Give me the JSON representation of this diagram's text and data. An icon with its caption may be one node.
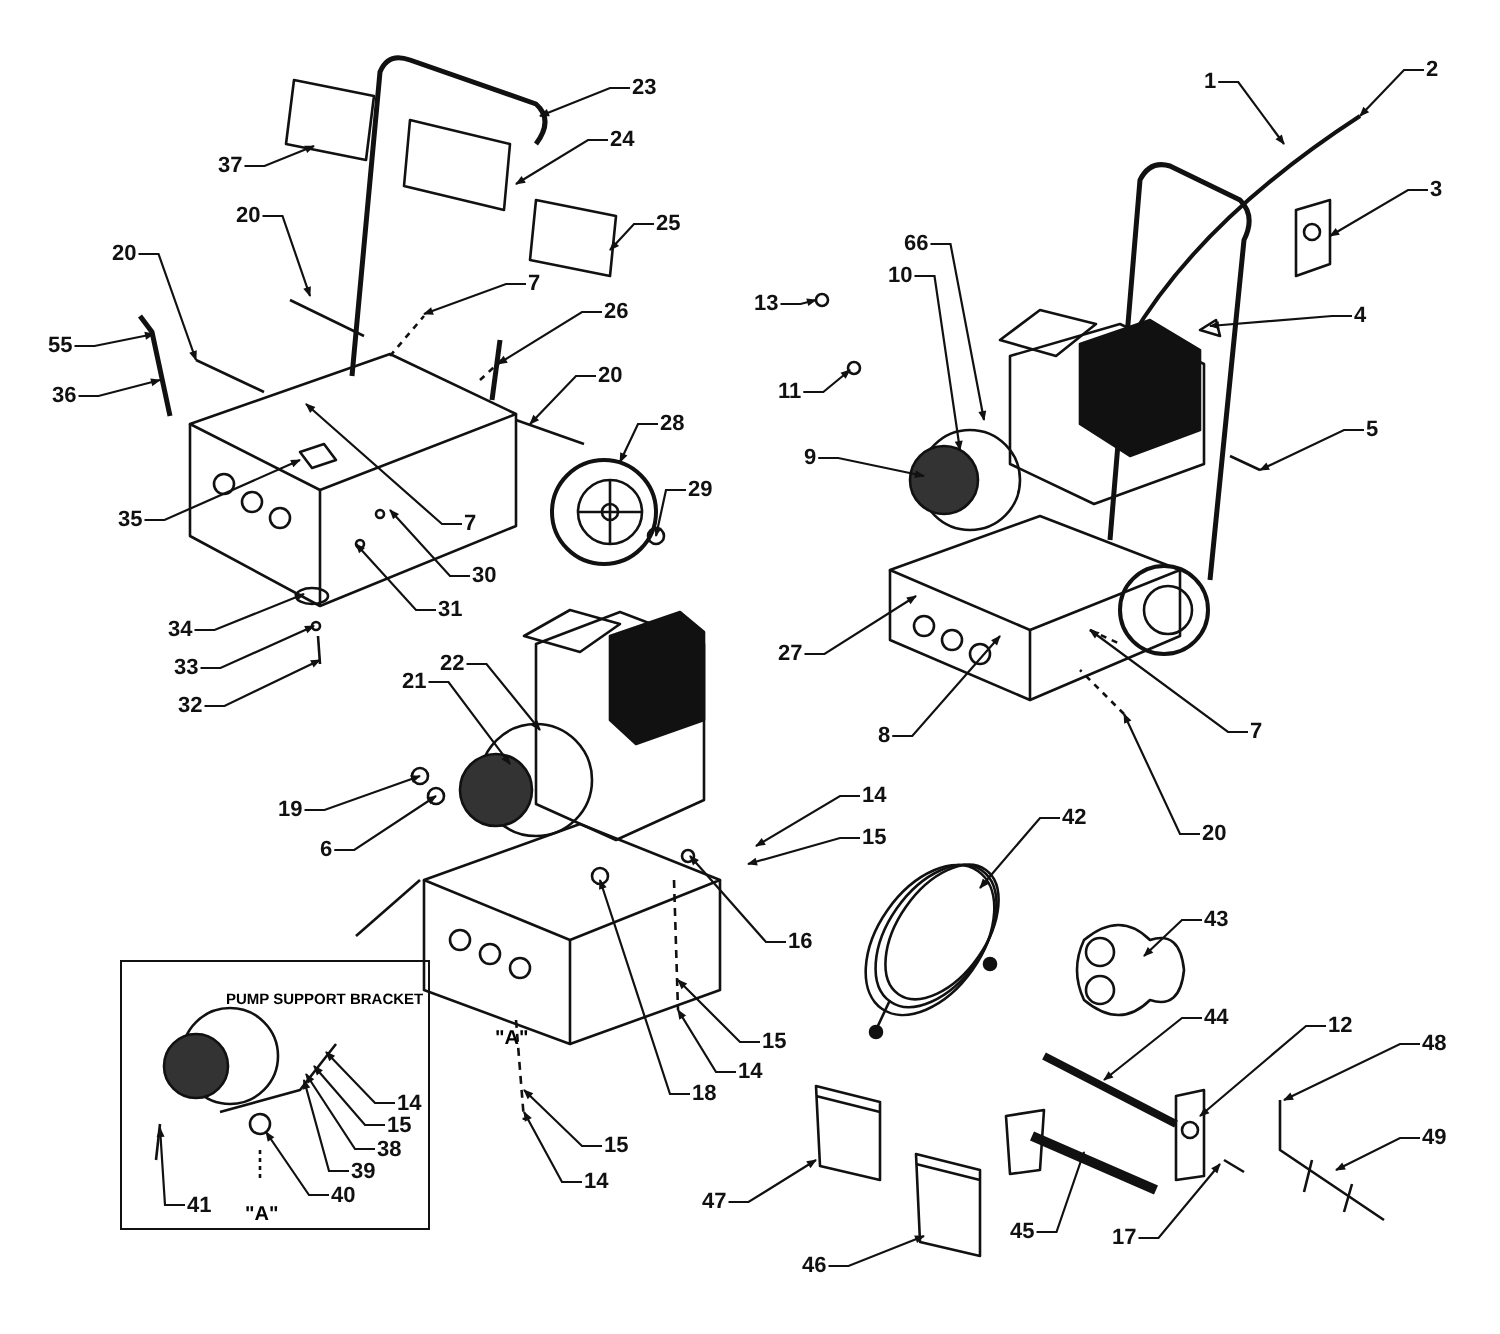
{
  "diagram": {
    "nodes": [
      {
        "text": [
          "23"
        ]
      },
      {
        "text": [
          "37"
        ]
      },
      {
        "text": [
          "24"
        ]
      },
      {
        "text": [
          "20"
        ]
      },
      {
        "text": [
          "25"
        ]
      },
      {
        "text": [
          "20"
        ]
      },
      {
        "text": [
          "7"
        ]
      },
      {
        "text": [
          "26"
        ]
      },
      {
        "text": [
          "55"
        ]
      },
      {
        "text": [
          "36"
        ]
      },
      {
        "text": [
          "20"
        ]
      },
      {
        "text": [
          "28"
        ]
      },
      {
        "text": [
          "29"
        ]
      },
      {
        "text": [
          "35"
        ]
      },
      {
        "text": [
          "7"
        ]
      },
      {
        "text": [
          "30"
        ]
      },
      {
        "text": [
          "31"
        ]
      },
      {
        "text": [
          "34"
        ]
      },
      {
        "text": [
          "33"
        ]
      },
      {
        "text": [
          "32"
        ]
      },
      {
        "text": [
          "1"
        ]
      },
      {
        "text": [
          "2"
        ]
      },
      {
        "text": [
          "3"
        ]
      },
      {
        "text": [
          "66"
        ]
      },
      {
        "text": [
          "13"
        ]
      },
      {
        "text": [
          "4"
        ]
      },
      {
        "text": [
          "10"
        ]
      },
      {
        "text": [
          "11"
        ]
      },
      {
        "text": [
          "9"
        ]
      },
      {
        "text": [
          "5"
        ]
      },
      {
        "text": [
          "27"
        ]
      },
      {
        "text": [
          "8"
        ]
      },
      {
        "text": [
          "7"
        ]
      },
      {
        "text": [
          "20"
        ]
      },
      {
        "text": [
          "22"
        ]
      },
      {
        "text": [
          "21"
        ]
      },
      {
        "text": [
          "19"
        ]
      },
      {
        "text": [
          "6"
        ]
      },
      {
        "text": [
          "14"
        ]
      },
      {
        "text": [
          "15"
        ]
      },
      {
        "text": [
          "16"
        ]
      },
      {
        "text": [
          "15"
        ]
      },
      {
        "text": [
          "14"
        ]
      },
      {
        "text": [
          "18"
        ]
      },
      {
        "text": [
          "15"
        ]
      },
      {
        "text": [
          "14"
        ]
      },
      {
        "text": [
          "PUMP SUPPORT BRACKET"
        ]
      },
      {
        "text": [
          "14"
        ],
        "in": 46
      },
      {
        "text": [
          "15"
        ],
        "in": 46
      },
      {
        "text": [
          "38"
        ],
        "in": 46
      },
      {
        "text": [
          "39"
        ],
        "in": 46
      },
      {
        "text": [
          "41"
        ],
        "in": 46
      },
      {
        "text": [
          "40"
        ],
        "in": 46
      },
      {
        "text": [
          "42"
        ]
      },
      {
        "text": [
          "43"
        ]
      },
      {
        "text": [
          "44"
        ]
      },
      {
        "text": [
          "12"
        ]
      },
      {
        "text": [
          "48"
        ]
      },
      {
        "text": [
          "49"
        ]
      },
      {
        "text": [
          "47"
        ]
      },
      {
        "text": [
          "45"
        ]
      },
      {
        "text": [
          "17"
        ]
      },
      {
        "text": [
          "46"
        ]
      }
    ],
    "edges": [
      {
        "from": 0,
        "to": null,
        "arrow": "to"
      },
      {
        "from": 1,
        "to": null,
        "arrow": "to"
      },
      {
        "from": 2,
        "to": null,
        "arrow": "to"
      },
      {
        "from": 3,
        "to": null,
        "arrow": "to"
      },
      {
        "from": 4,
        "to": null,
        "arrow": "to"
      },
      {
        "from": 5,
        "to": null,
        "arrow": "to"
      },
      {
        "from": 6,
        "to": null,
        "arrow": "to"
      },
      {
        "from": 7,
        "to": null,
        "arrow": "to"
      },
      {
        "from": 8,
        "to": null,
        "arrow": "to"
      },
      {
        "from": 9,
        "to": null,
        "arrow": "to"
      },
      {
        "from": 10,
        "to": null,
        "arrow": "to"
      },
      {
        "from": 11,
        "to": null,
        "arrow": "to"
      },
      {
        "from": 12,
        "to": null,
        "arrow": "to"
      },
      {
        "from": 13,
        "to": null,
        "arrow": "to"
      },
      {
        "from": 14,
        "to": null,
        "arrow": "to"
      },
      {
        "from": 15,
        "to": null,
        "arrow": "to"
      },
      {
        "from": 16,
        "to": null,
        "arrow": "to"
      },
      {
        "from": 17,
        "to": null,
        "arrow": "to"
      },
      {
        "from": 18,
        "to": null,
        "arrow": "to"
      },
      {
        "from": 19,
        "to": null,
        "arrow": "to"
      },
      {
        "from": 20,
        "to": null,
        "arrow": "to"
      },
      {
        "from": 21,
        "to": null,
        "arrow": "to"
      },
      {
        "from": 22,
        "to": null,
        "arrow": "to"
      },
      {
        "from": 23,
        "to": null,
        "arrow": "to"
      },
      {
        "from": 24,
        "to": null,
        "arrow": "to"
      },
      {
        "from": 25,
        "to": null,
        "arrow": "to"
      },
      {
        "from": 26,
        "to": null,
        "arrow": "to"
      },
      {
        "from": 27,
        "to": null,
        "arrow": "to"
      },
      {
        "from": 28,
        "to": null,
        "arrow": "to"
      },
      {
        "from": 29,
        "to": null,
        "arrow": "to"
      },
      {
        "from": 30,
        "to": null,
        "arrow": "to"
      },
      {
        "from": 31,
        "to": null,
        "arrow": "to"
      },
      {
        "from": 32,
        "to": null,
        "arrow": "to"
      },
      {
        "from": 33,
        "to": null,
        "arrow": "to"
      },
      {
        "from": 34,
        "to": null,
        "arrow": "to"
      },
      {
        "from": 35,
        "to": null,
        "arrow": "to"
      },
      {
        "from": 36,
        "to": null,
        "arrow": "to"
      },
      {
        "from": 37,
        "to": null,
        "arrow": "to"
      },
      {
        "from": 38,
        "to": null,
        "arrow": "to"
      },
      {
        "from": 39,
        "to": null,
        "arrow": "to"
      },
      {
        "from": 40,
        "to": null,
        "arrow": "to"
      },
      {
        "from": 41,
        "to": null,
        "arrow": "to"
      },
      {
        "from": 42,
        "to": null,
        "arrow": "to"
      },
      {
        "from": 43,
        "to": null,
        "arrow": "to"
      },
      {
        "from": 44,
        "to": null,
        "arrow": "to"
      },
      {
        "from": 45,
        "to": null,
        "arrow": "to"
      },
      {
        "from": 47,
        "to": null,
        "arrow": "to"
      },
      {
        "from": 48,
        "to": null,
        "arrow": "to"
      },
      {
        "from": 49,
        "to": null,
        "arrow": "to"
      },
      {
        "from": 50,
        "to": null,
        "arrow": "to"
      },
      {
        "from": 51,
        "to": null,
        "arrow": "to"
      },
      {
        "from": 52,
        "to": null,
        "arrow": "to"
      },
      {
        "from": 53,
        "to": null,
        "arrow": "to"
      },
      {
        "from": 54,
        "to": null,
        "arrow": "to"
      },
      {
        "from": 55,
        "to": null,
        "arrow": "to"
      },
      {
        "from": 56,
        "to": null,
        "arrow": "to"
      },
      {
        "from": 57,
        "to": null,
        "arrow": "to"
      },
      {
        "from": 58,
        "to": null,
        "arrow": "to"
      },
      {
        "from": 59,
        "to": null,
        "arrow": "to"
      },
      {
        "from": 60,
        "to": null,
        "arrow": "to"
      },
      {
        "from": 61,
        "to": null,
        "arrow": "to"
      },
      {
        "from": 62,
        "to": null,
        "arrow": "to"
      }
    ],
    "labels": [
      "\"A\"",
      "\"A\""
    ]
  }
}
